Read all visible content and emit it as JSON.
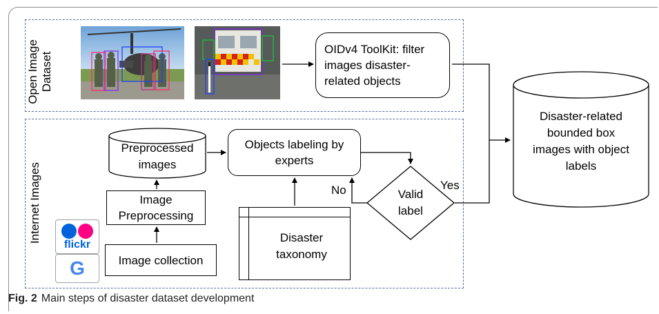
{
  "panels": {
    "open_dataset_label": "Open Image Dataset",
    "internet_images_label": "Internet Images"
  },
  "nodes": {
    "oidv4": "OIDv4 ToolKit: filter images disaster-related objects",
    "preprocessed": "Preprocessed images",
    "image_preprocessing": "Image Preprocessing",
    "image_collection": "Image collection",
    "objects_labeling": "Objects labeling by experts",
    "disaster_taxonomy": "Disaster taxonomy",
    "valid_label": "Valid label",
    "output": "Disaster-related bounded box images with object labels"
  },
  "edge_labels": {
    "no": "No",
    "yes": "Yes"
  },
  "logos": {
    "flickr": "flickr",
    "google": "G"
  },
  "colors": {
    "panel_border": "#5a6e98",
    "flickr_blue": "#0063dc",
    "flickr_pink": "#ff0084"
  },
  "caption": {
    "label": "Fig. 2",
    "text": "Main steps of disaster dataset development"
  }
}
